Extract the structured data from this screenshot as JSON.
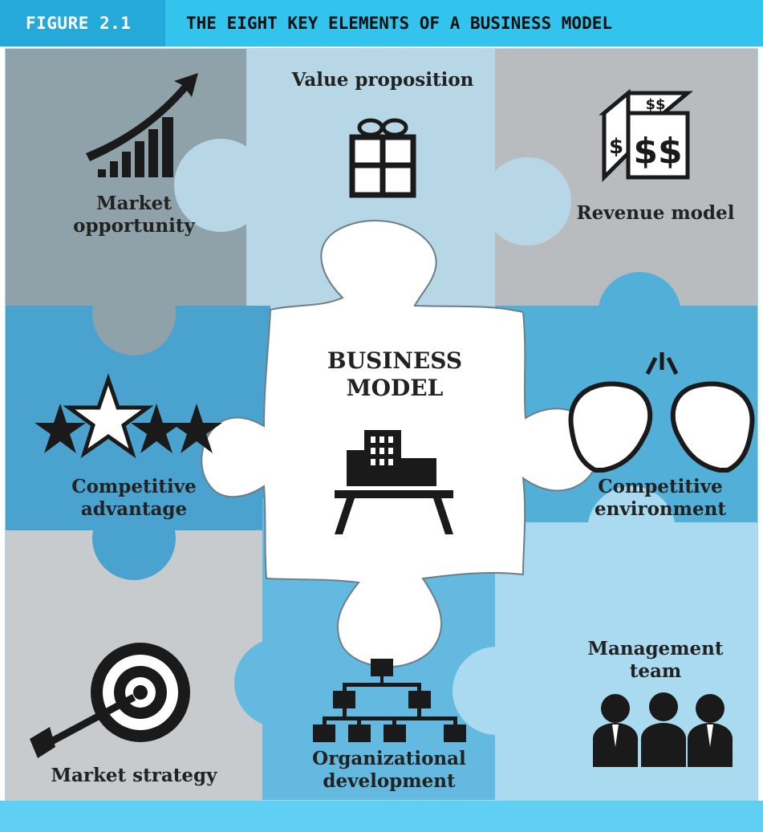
{
  "header": {
    "figure_label": "FIGURE 2.1",
    "title": "THE EIGHT KEY ELEMENTS OF A BUSINESS MODEL"
  },
  "center": {
    "line1": "BUSINESS",
    "line2": "MODEL",
    "icon": "building-on-table-icon"
  },
  "elements": {
    "market_opportunity": {
      "line1": "Market",
      "line2": "opportunity",
      "icon": "growth-chart-icon"
    },
    "value_proposition": {
      "line1": "Value proposition",
      "icon": "gift-box-icon"
    },
    "revenue_model": {
      "line1": "Revenue model",
      "icon": "money-cube-icon"
    },
    "competitive_advantage": {
      "line1": "Competitive",
      "line2": "advantage",
      "icon": "stars-icon"
    },
    "competitive_environment": {
      "line1": "Competitive",
      "line2": "environment",
      "icon": "boxing-gloves-icon"
    },
    "market_strategy": {
      "line1": "Market strategy",
      "icon": "target-arrow-icon"
    },
    "organizational_development": {
      "line1": "Organizational",
      "line2": "development",
      "icon": "org-chart-icon"
    },
    "management_team": {
      "line1": "Management",
      "line2": "team",
      "icon": "team-people-icon"
    }
  },
  "colors": {
    "header_bar": "#33c4ee",
    "label_box": "#25a9da",
    "piece_gray_dark": "#8a9ea6",
    "piece_light_blue": "#b4d6e6",
    "piece_gray": "#b3b8bb",
    "piece_blue": "#4aa8d2",
    "center_piece": "#ffffff"
  }
}
